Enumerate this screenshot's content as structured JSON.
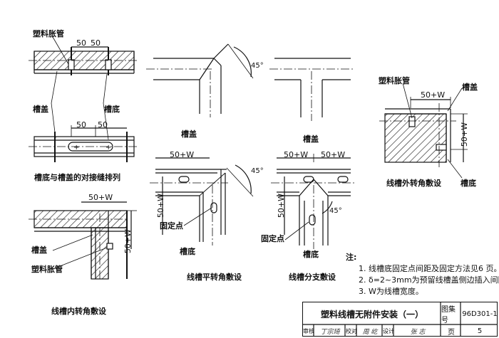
{
  "labels": {
    "plastic_anchor_1": "塑料胀管",
    "dim_50_a": "50",
    "dim_50_b": "50",
    "cover_a": "槽盖",
    "base_a": "槽底",
    "dim_50_c": "50",
    "dim_50_d": "50",
    "caption_joint": "槽底与槽盖的对接缝排列",
    "dim_50w_inner": "50+W",
    "dim_50w_inner_v": "50+W",
    "cover_inner": "槽盖",
    "plastic_anchor_inner": "塑料胀管",
    "caption_inner": "线槽内转角敷设",
    "angle_45_a": "45°",
    "cover_corner": "槽盖",
    "dim_50w_flat": "50+W",
    "dim_50w_flat_v": "50+W",
    "angle_45_b": "45°",
    "fix_point_a": "固定点",
    "base_flat": "槽底",
    "caption_flat": "线槽平转角敷设",
    "cover_tee": "槽盖",
    "dim_50w_tee_l": "50+W",
    "dim_50w_tee_r": "50+W",
    "dim_50w_tee_v": "50+W",
    "angle_45_c": "45°",
    "fix_point_b": "固定点",
    "base_tee": "槽底",
    "caption_tee": "线槽分支敷设",
    "plastic_anchor_outer": "塑料胀管",
    "cover_outer": "槽盖",
    "dim_50w_outer": "50+W",
    "dim_50w_outer_v": "50+W",
    "base_outer": "槽底",
    "caption_outer": "线槽外转角敷设"
  },
  "notes": {
    "heading": "注:",
    "items": [
      "1. 线槽底固定点间距及固定方法见6 页。",
      "2. δ=2~3mm为预留线槽盖侧边插入间隙;",
      "3. W为线槽宽度。"
    ]
  },
  "title_block": {
    "title": "塑料线槽无附件安装（一）",
    "atlas_label": "图集号",
    "atlas_no": "96D301-1",
    "review_label": "审核",
    "review_sig": "丁宗琦",
    "check_label": "校对",
    "check_sig": "周 屹",
    "design_label": "设计",
    "design_sig": "张 志",
    "page_label": "页",
    "page_no": "5"
  }
}
